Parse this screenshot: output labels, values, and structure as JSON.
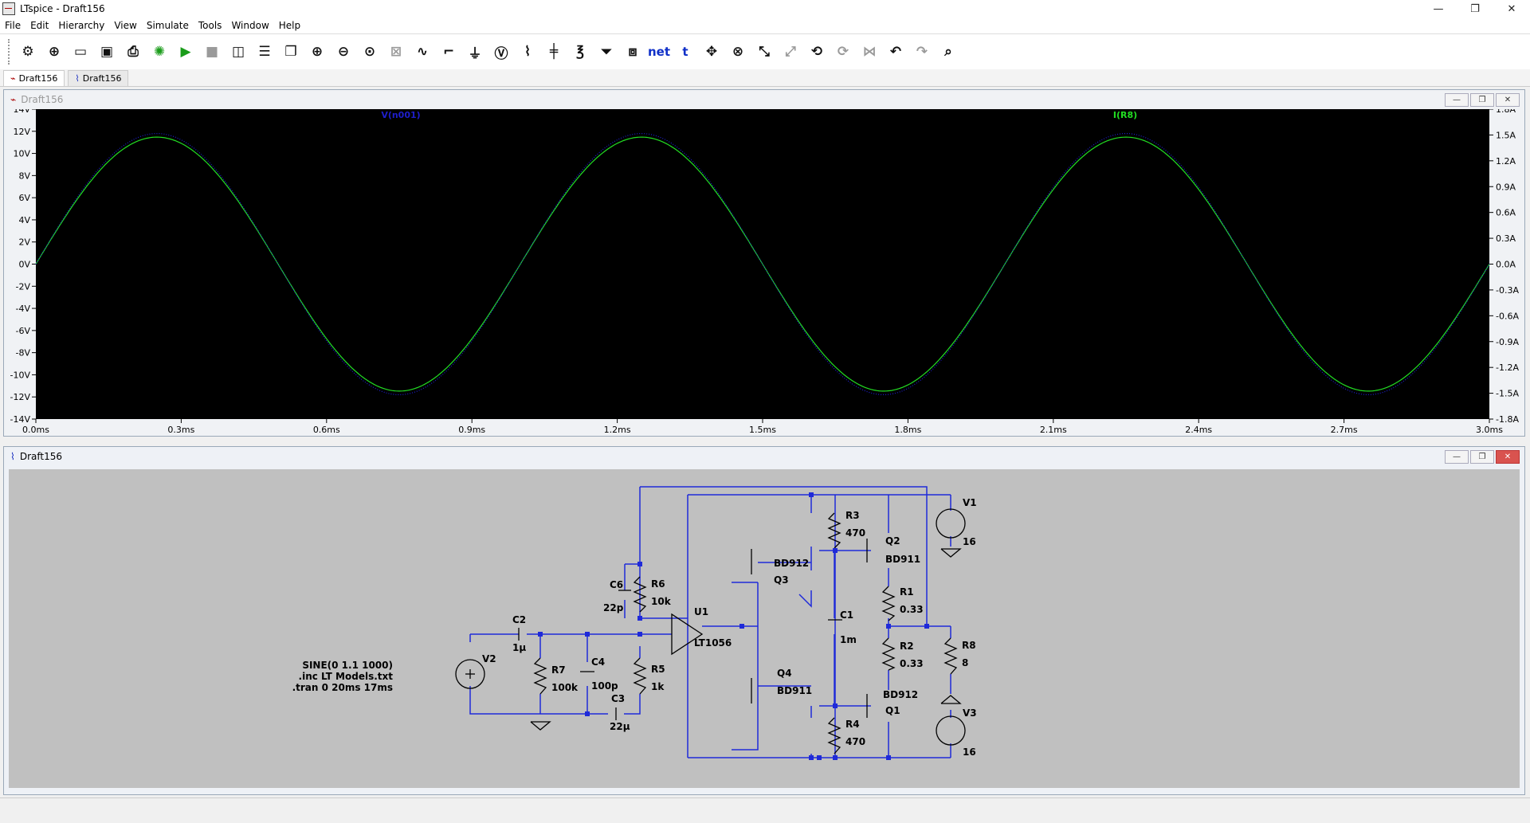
{
  "window": {
    "title": "LTspice - Draft156",
    "minimize": "—",
    "maximize": "❐",
    "close": "✕"
  },
  "menu": [
    "File",
    "Edit",
    "Hierarchy",
    "View",
    "Simulate",
    "Tools",
    "Window",
    "Help"
  ],
  "toolbar": {
    "net_label": "net"
  },
  "tabs": [
    {
      "label": "Draft156",
      "icon": "waveform-icon"
    },
    {
      "label": "Draft156",
      "icon": "schematic-icon"
    }
  ],
  "plot_window": {
    "title": "Draft156"
  },
  "schematic_window": {
    "title": "Draft156"
  },
  "colors": {
    "trace_v": "#1e1ecc",
    "trace_i": "#22dd22",
    "plot_bg": "#000000",
    "schematic_bg": "#c0c0c0",
    "wire": "#1f2ad9"
  },
  "chart_data": {
    "type": "line",
    "x": [
      0.0,
      0.5,
      1.0,
      1.5,
      2.0,
      2.5,
      3.0
    ],
    "series": [
      {
        "name": "V(n001)",
        "amplitude": 11.8,
        "frequency_hz": 1000,
        "axis": "left"
      },
      {
        "name": "I(R8)",
        "amplitude": 1.475,
        "frequency_hz": 1000,
        "axis": "right"
      }
    ],
    "xlim": [
      0,
      3
    ],
    "ylim": [
      -14,
      14
    ],
    "y2lim": [
      -1.8,
      1.8
    ],
    "xticks": [
      "0.0ms",
      "0.3ms",
      "0.6ms",
      "0.9ms",
      "1.2ms",
      "1.5ms",
      "1.8ms",
      "2.1ms",
      "2.4ms",
      "2.7ms",
      "3.0ms"
    ],
    "yticks": [
      "14V",
      "12V",
      "10V",
      "8V",
      "6V",
      "4V",
      "2V",
      "0V",
      "-2V",
      "-4V",
      "-6V",
      "-8V",
      "-10V",
      "-12V",
      "-14V"
    ],
    "y2ticks": [
      "1.8A",
      "1.5A",
      "1.2A",
      "0.9A",
      "0.6A",
      "0.3A",
      "0.0A",
      "-0.3A",
      "-0.6A",
      "-0.9A",
      "-1.2A",
      "-1.5A",
      "-1.8A"
    ]
  },
  "schematic": {
    "directive": [
      "SINE(0 1.1 1000)",
      ".inc LT Models.txt",
      ".tran 0 20ms 17ms"
    ],
    "labels": [
      {
        "id": "V1",
        "text": "V1"
      },
      {
        "id": "V1v",
        "text": "16"
      },
      {
        "id": "V2",
        "text": "V2"
      },
      {
        "id": "V3",
        "text": "V3"
      },
      {
        "id": "V3v",
        "text": "16"
      },
      {
        "id": "R3",
        "text": "R3"
      },
      {
        "id": "R3v",
        "text": "470"
      },
      {
        "id": "R4",
        "text": "R4"
      },
      {
        "id": "R4v",
        "text": "470"
      },
      {
        "id": "R1",
        "text": "R1"
      },
      {
        "id": "R1v",
        "text": "0.33"
      },
      {
        "id": "R2",
        "text": "R2"
      },
      {
        "id": "R2v",
        "text": "0.33"
      },
      {
        "id": "R8",
        "text": "R8"
      },
      {
        "id": "R8v",
        "text": "8"
      },
      {
        "id": "R6",
        "text": "R6"
      },
      {
        "id": "R6v",
        "text": "10k"
      },
      {
        "id": "R5",
        "text": "R5"
      },
      {
        "id": "R5v",
        "text": "1k"
      },
      {
        "id": "R7",
        "text": "R7"
      },
      {
        "id": "R7v",
        "text": "100k"
      },
      {
        "id": "C1",
        "text": "C1"
      },
      {
        "id": "C1v",
        "text": "1m"
      },
      {
        "id": "C2",
        "text": "C2"
      },
      {
        "id": "C2v",
        "text": "1µ"
      },
      {
        "id": "C3",
        "text": "C3"
      },
      {
        "id": "C3v",
        "text": "22µ"
      },
      {
        "id": "C4",
        "text": "C4"
      },
      {
        "id": "C4v",
        "text": "100p"
      },
      {
        "id": "C6",
        "text": "C6"
      },
      {
        "id": "C6v",
        "text": "22p"
      },
      {
        "id": "Q1",
        "text": "Q1"
      },
      {
        "id": "Q1m",
        "text": "BD912"
      },
      {
        "id": "Q2",
        "text": "Q2"
      },
      {
        "id": "Q2m",
        "text": "BD911"
      },
      {
        "id": "Q3",
        "text": "Q3"
      },
      {
        "id": "Q3m",
        "text": "BD912"
      },
      {
        "id": "Q4",
        "text": "Q4"
      },
      {
        "id": "Q4m",
        "text": "BD911"
      },
      {
        "id": "U1",
        "text": "U1"
      },
      {
        "id": "U1m",
        "text": "LT1056"
      }
    ]
  }
}
